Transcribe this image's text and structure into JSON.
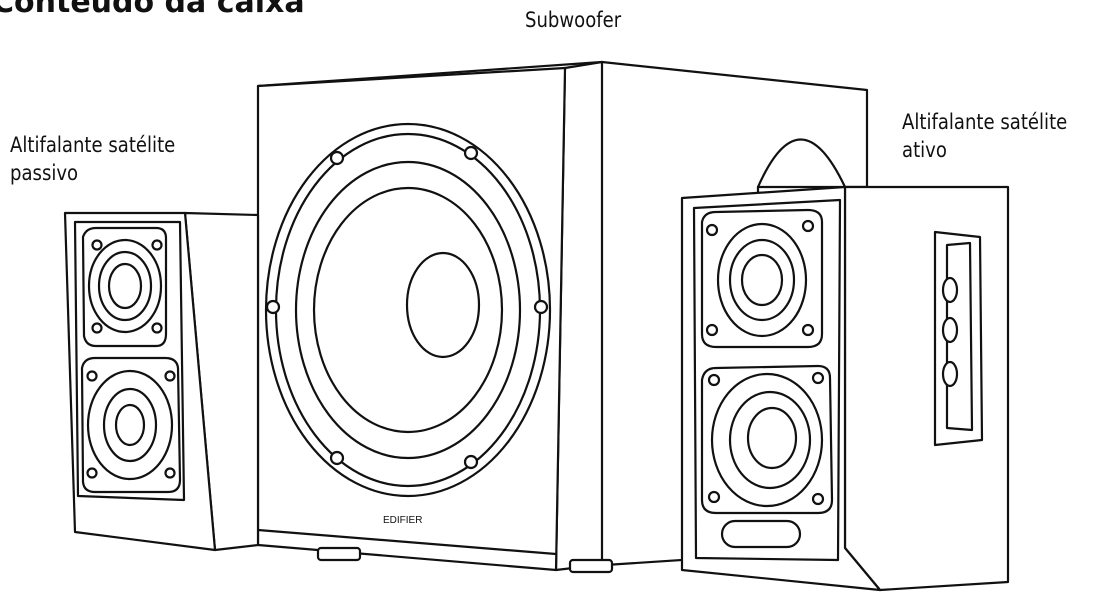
{
  "heading": "Conteúdo da caixa",
  "labels": {
    "subwoofer": "Subwoofer",
    "passive_line1": "Altifalante satélite",
    "passive_line2": "passivo",
    "active_line1": "Altifalante satélite",
    "active_line2": "ativo"
  },
  "brand": "EDIFIER"
}
